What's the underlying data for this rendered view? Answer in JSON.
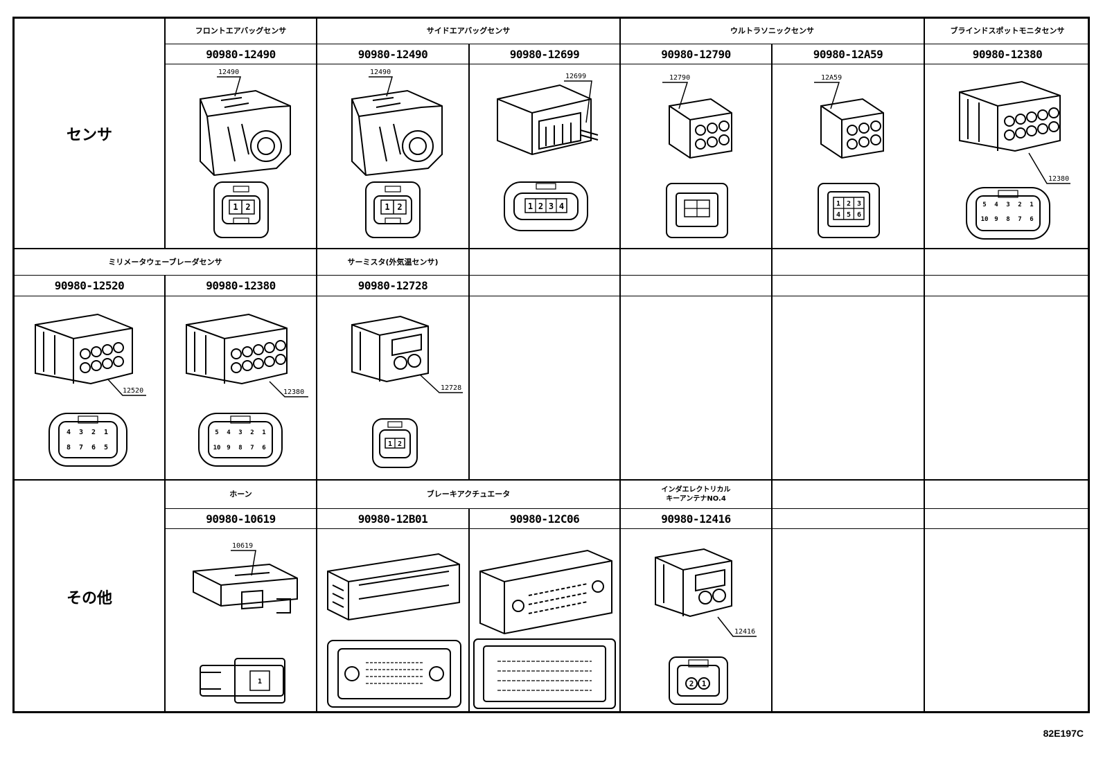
{
  "rows": {
    "sensor": "センサ",
    "other": "その他"
  },
  "categories": {
    "front_airbag_sensor": "フロントエアバッグセンサ",
    "side_airbag_sensor": "サイドエアバッグセンサ",
    "ultrasonic_sensor": "ウルトラソニックセンサ",
    "blind_spot_monitor_sensor": "ブラインドスポットモニタセンサ",
    "millimeter_wave_radar_sensor": "ミリメータウェーブレーダセンサ",
    "thermistor": "サーミスタ(外気温センサ)",
    "horn": "ホーン",
    "brake_actuator": "ブレーキアクチュエータ",
    "indoor_electrical_key_antenna": "インダエレクトリカル\nキーアンテナNO.4"
  },
  "part_numbers": {
    "r1c2": "90980-12490",
    "r1c3": "90980-12490",
    "r1c4": "90980-12699",
    "r1c5": "90980-12790",
    "r1c6": "90980-12A59",
    "r1c7": "90980-12380",
    "r2c1": "90980-12520",
    "r2c2": "90980-12380",
    "r2c3": "90980-12728",
    "r3c2": "90980-10619",
    "r3c3": "90980-12B01",
    "r3c4": "90980-12C06",
    "r3c5": "90980-12416"
  },
  "callouts": {
    "r1c2": "12490",
    "r1c3": "12490",
    "r1c4": "12699",
    "r1c5": "12790",
    "r1c6": "12A59",
    "r1c7": "12380",
    "r2c1": "12520",
    "r2c2": "12380",
    "r2c3": "12728",
    "r3c2": "10619",
    "r3c5": "12416"
  },
  "pins": {
    "p12": [
      "1",
      "2"
    ],
    "p1234": [
      "1",
      "2",
      "3",
      "4"
    ],
    "p6": [
      "1",
      "2",
      "3",
      "4",
      "5",
      "6"
    ],
    "p10_bsm": [
      "5",
      "4",
      "3",
      "2",
      "1",
      "10",
      "9",
      "8",
      "7",
      "6"
    ],
    "p8_mmw": [
      "4",
      "3",
      "2",
      "1",
      "8",
      "7",
      "6",
      "5"
    ],
    "p10_mmw": [
      "5",
      "4",
      "3",
      "2",
      "1",
      "10",
      "9",
      "8",
      "7",
      "6"
    ],
    "p1": [
      "1"
    ],
    "p21": [
      "2",
      "1"
    ]
  },
  "figure_code": "82E197C"
}
